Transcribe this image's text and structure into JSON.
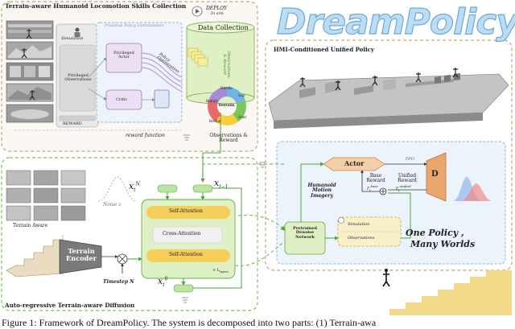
{
  "logo": {
    "text": "DreamPolicy"
  },
  "top_left": {
    "title": "Terrain-aware Humanoid Locomotion Skills Collection",
    "deploy": "DEPLOY",
    "deploy_sub": "In sim",
    "simulation": "Simulation",
    "privileged_obs": "Privileged Observations",
    "reward": "REWARD",
    "ppo": "Proximal Policy Optimization",
    "priv_actor": "Privileged Actor",
    "critic": "Critic",
    "policy_opt": "Policy Optimization",
    "reward_fn": "reward function",
    "data_collection": "Data Collection",
    "obs_reward_vertical": "Observations & Reward",
    "terrain": "Terrain",
    "terrain_segments": [
      "Hurdle",
      "Gap",
      "Stair",
      "Bridge",
      "Bumpy"
    ],
    "obs_reward_below": "Observations & Reward"
  },
  "right": {
    "title": "HMI-Conditioned Unified Policy",
    "actor": "Actor",
    "ppo": "PPO",
    "base_reward": "Base Reward",
    "unified_reward": "Unified Reward",
    "discriminator": "D",
    "hmi": "Humanoid Motion Imagery",
    "simulation": "Simulation",
    "observations": "Observations",
    "pretrained": "Pretrained Denoise Network",
    "one_policy": "One Policy ,",
    "many_worlds": "Many Worlds"
  },
  "bottom_left": {
    "title": "Auto-regressive Terrain-aware Diffusion",
    "terrain_aware": "Terrain Aware",
    "noise": "Noise ε",
    "terrain_encoder": "Terrain Encoder",
    "timestep": "Timestep N",
    "self_attention_1": "Self-Attention",
    "cross_attention": "Cross-Attention",
    "self_attention_2": "Self-Attention",
    "layers": "× L",
    "layers_sub": "layers"
  },
  "caption": "Figure 1: Framework of DreamPolicy. The system is decomposed into two parts: (1) Terrain-awa",
  "colors": {
    "dashed_brown": "#c9a27a",
    "dashed_green": "#7cc15a",
    "dashed_blue": "#8fb6d8",
    "actor_orange": "#f3cfa8",
    "d_orange": "#e9a76b",
    "green_box": "#dff0c4",
    "yellow_block": "#f6cf5a",
    "logo_blue": "#bcdcf3"
  }
}
